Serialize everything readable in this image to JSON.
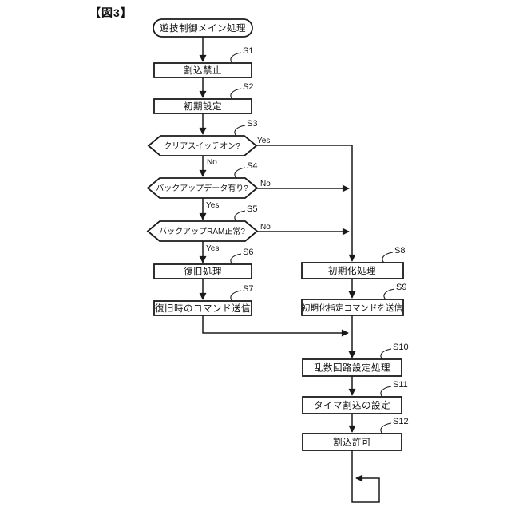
{
  "figure": {
    "label": "【図3】",
    "type": "flowchart"
  },
  "colors": {
    "ink": "#1a1a1a",
    "background": "#ffffff"
  },
  "flowchart": {
    "start": {
      "label": "遊技制御メイン処理"
    },
    "steps": [
      {
        "id": "S1",
        "label": "割込禁止",
        "type": "process"
      },
      {
        "id": "S2",
        "label": "初期設定",
        "type": "process"
      },
      {
        "id": "S3",
        "label": "クリアスイッチオン?",
        "type": "decision"
      },
      {
        "id": "S4",
        "label": "バックアップデータ有り?",
        "type": "decision"
      },
      {
        "id": "S5",
        "label": "バックアップRAM正常?",
        "type": "decision"
      },
      {
        "id": "S6",
        "label": "復旧処理",
        "type": "process"
      },
      {
        "id": "S7",
        "label": "復旧時のコマンド送信",
        "type": "process"
      },
      {
        "id": "S8",
        "label": "初期化処理",
        "type": "process"
      },
      {
        "id": "S9",
        "label": "初期化指定コマンドを送信",
        "type": "process"
      },
      {
        "id": "S10",
        "label": "乱数回路設定処理",
        "type": "process"
      },
      {
        "id": "S11",
        "label": "タイマ割込の設定",
        "type": "process"
      },
      {
        "id": "S12",
        "label": "割込許可",
        "type": "process"
      }
    ],
    "branches": [
      {
        "from": "S3",
        "label": "Yes",
        "direction": "right"
      },
      {
        "from": "S3",
        "label": "No",
        "direction": "down"
      },
      {
        "from": "S4",
        "label": "No",
        "direction": "right"
      },
      {
        "from": "S4",
        "label": "Yes",
        "direction": "down"
      },
      {
        "from": "S5",
        "label": "No",
        "direction": "right"
      },
      {
        "from": "S5",
        "label": "Yes",
        "direction": "down"
      }
    ]
  }
}
